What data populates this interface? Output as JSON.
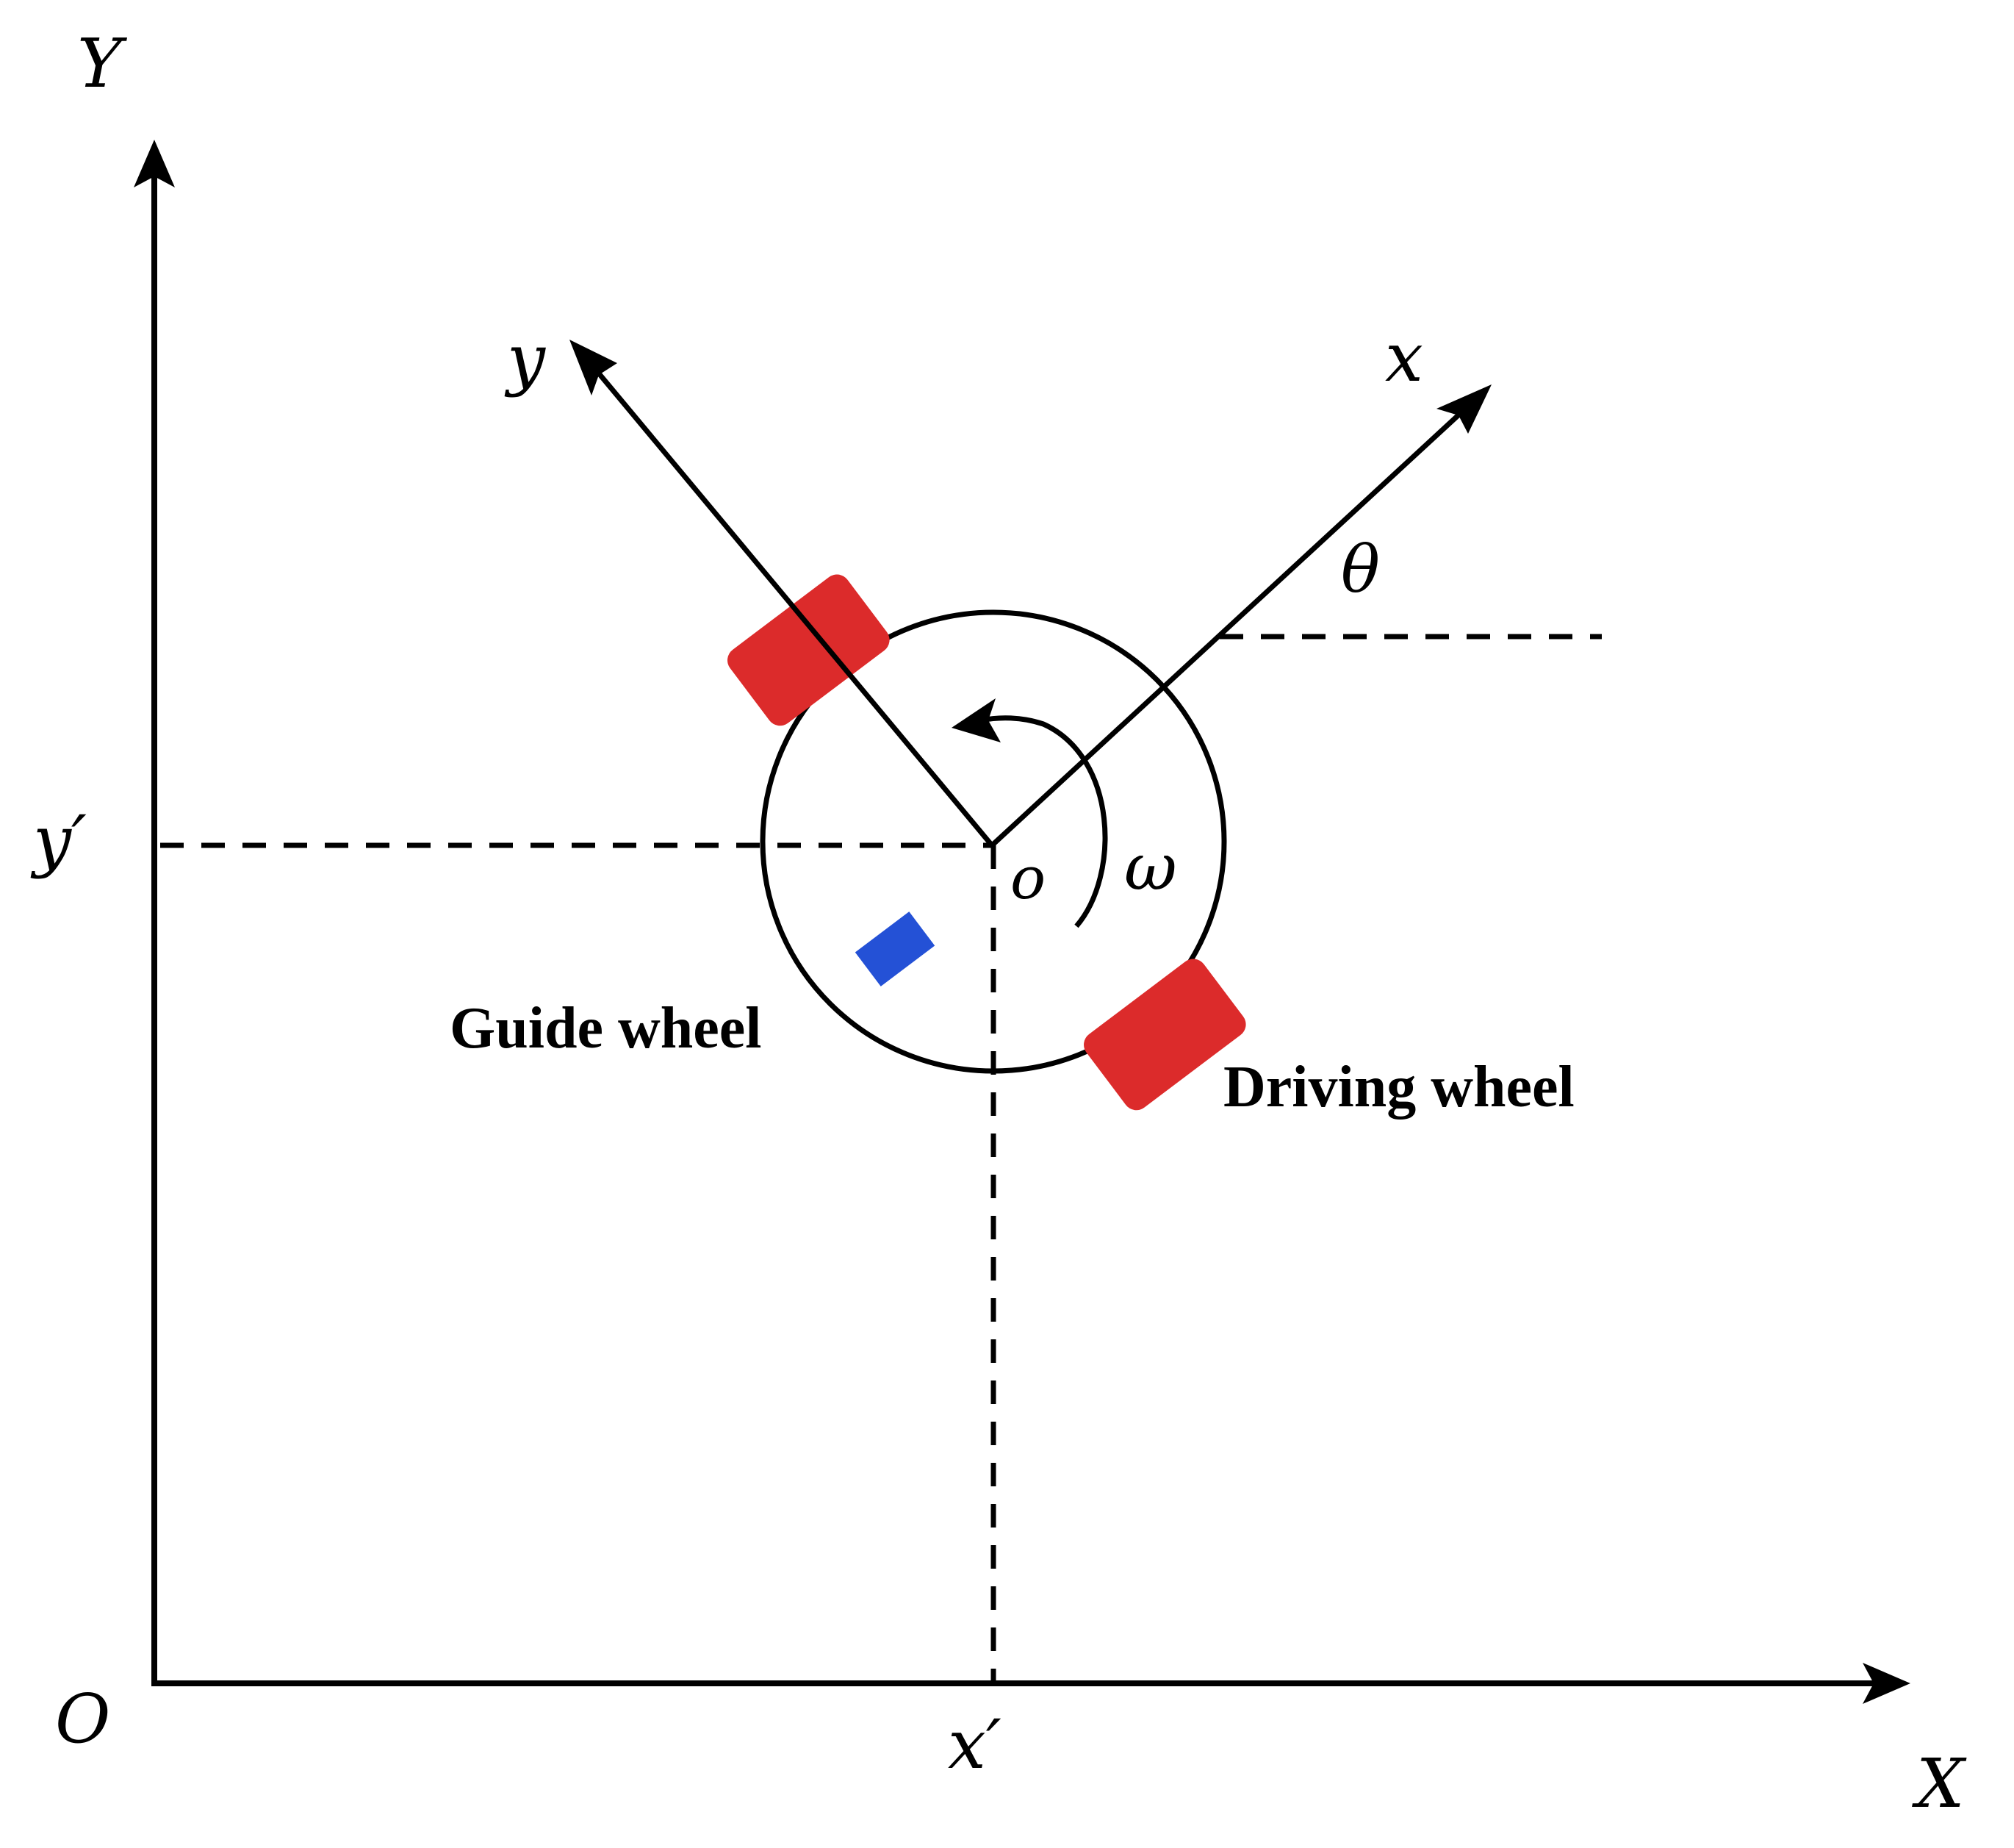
{
  "labels": {
    "Y_axis": "Y",
    "X_axis": "X",
    "origin": "O",
    "y_body": "y",
    "x_body": "x",
    "theta": "θ",
    "omega": "ω",
    "o_center": "o",
    "y_prime": "y′",
    "x_prime": "x′",
    "guide_wheel": "Guide wheel",
    "driving_wheel": "Driving wheel"
  },
  "colors": {
    "line": "#000000",
    "driving_wheel": "#dc2b2b",
    "guide_wheel": "#2451d6",
    "background": "#ffffff"
  }
}
